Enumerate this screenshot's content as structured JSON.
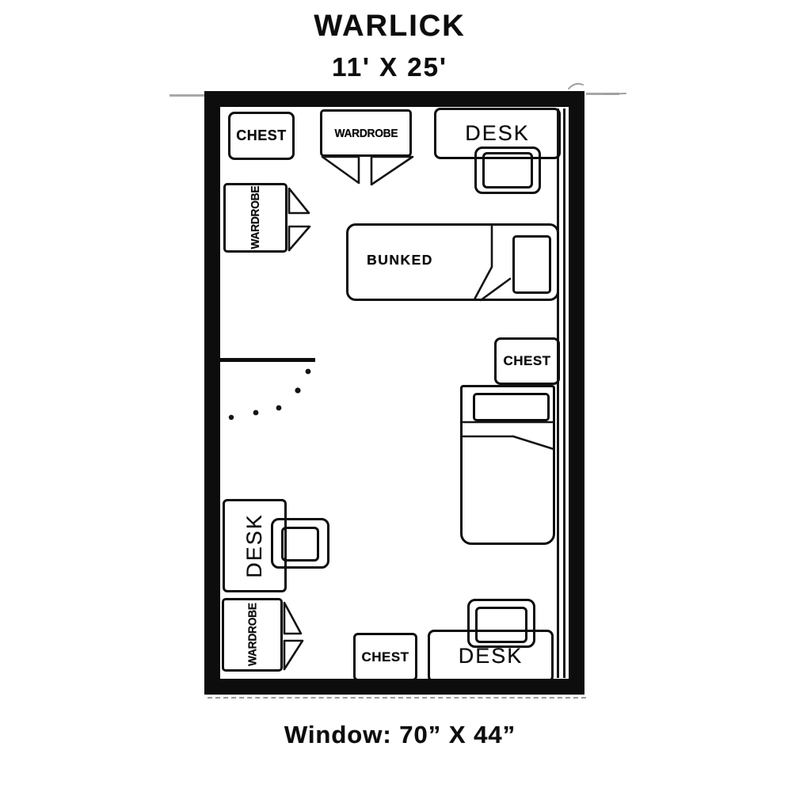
{
  "title": "WARLICK",
  "dimensions": "11' X 25'",
  "window_note": "Window: 70” X 44”",
  "labels": {
    "chest": "CHEST",
    "wardrobe": "WARDROBE",
    "desk": "DESK",
    "bunked": "BUNKED"
  },
  "colors": {
    "ink": "#0d0d0d",
    "background": "#ffffff"
  }
}
